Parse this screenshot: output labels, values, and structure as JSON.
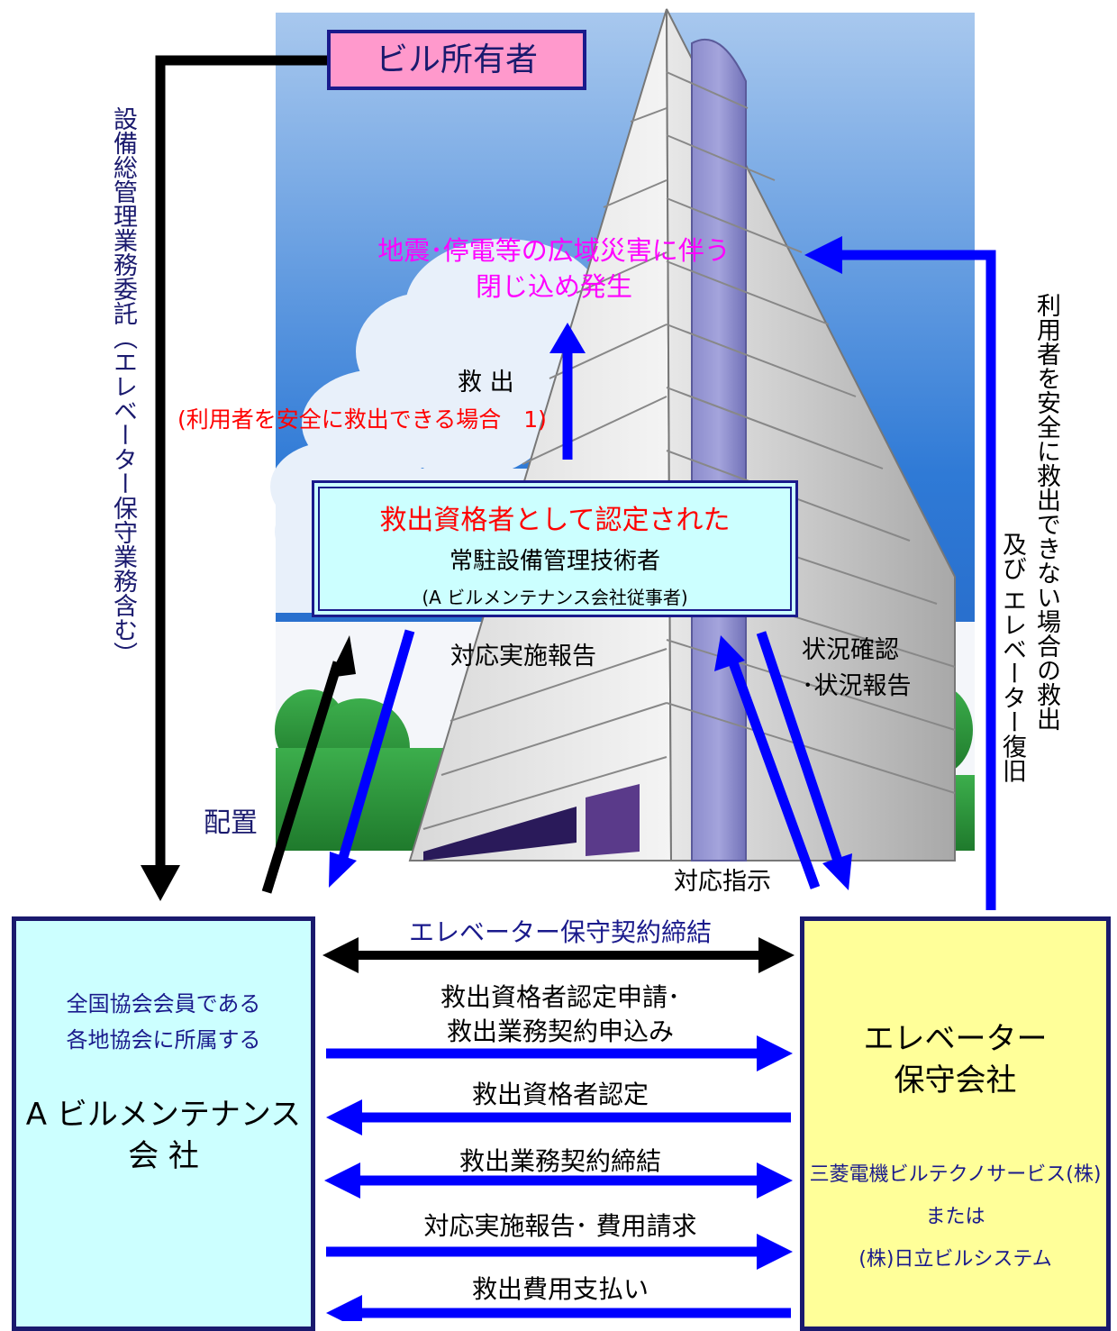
{
  "colors": {
    "blue_arrow": "#0000ff",
    "black_arrow": "#000000",
    "magenta_text": "#ff00ff",
    "red_text": "#ff0000",
    "navy": "#1a1a8c"
  },
  "owner": "ビル所有者",
  "left_vertical": "設備総管理業務委託（エレベーター保守業務含む）",
  "right_vertical_1": "利用者を安全に救出できない場合の救出",
  "right_vertical_2": "及び エレベーター復旧",
  "event": {
    "line1": "地震･停電等の広域災害に伴う",
    "line2": "閉じ込め発生"
  },
  "rescue": {
    "label": "救 出",
    "condition": "(利用者を安全に救出できる場合　1)"
  },
  "technician": {
    "line1": "救出資格者として認定された",
    "line2": "常駐設備管理技術者",
    "line3": "(A ビルメンテナンス会社従事者)"
  },
  "labels": {
    "report": "対応実施報告",
    "status": "状況確認\n･状況報告",
    "placement": "配置",
    "instruction": "対応指示"
  },
  "company_a": {
    "line1": "全国協会会員である",
    "line2": "各地協会に所属する",
    "name1": "A ビルメンテナンス",
    "name2": "会 社"
  },
  "company_b": {
    "name1": "エレベーター",
    "name2": "保守会社",
    "ex1": "三菱電機ビルテクノサービス(株)",
    "ex2": "または",
    "ex3": "(株)日立ビルシステム"
  },
  "flows": {
    "contract": "エレベーター保守契約締結",
    "apply1": "救出資格者認定申請･",
    "apply2": "救出業務契約申込み",
    "certify": "救出資格者認定",
    "rescue_contract": "救出業務契約締結",
    "report_bill": "対応実施報告･ 費用請求",
    "payment": "救出費用支払い"
  }
}
